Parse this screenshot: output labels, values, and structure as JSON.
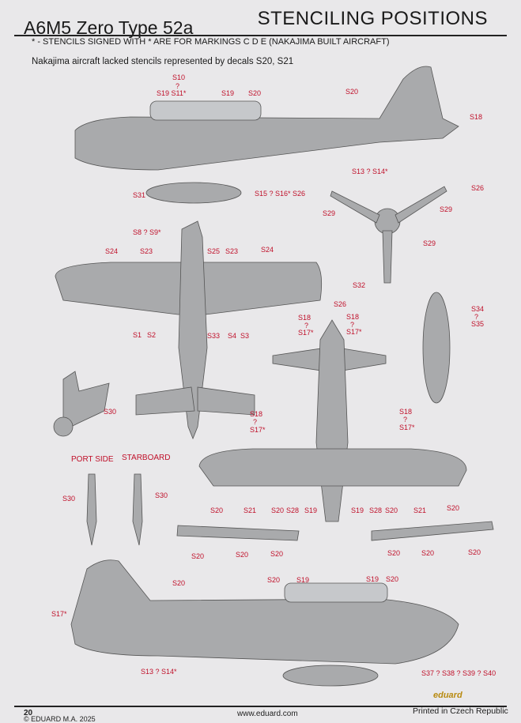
{
  "header": {
    "title": "A6M5 Zero Type 52a",
    "section": "STENCILING POSITIONS"
  },
  "notes": {
    "signed": "* - STENCILS SIGNED WITH * ARE FOR MARKINGS C D E (NAKAJIMA BUILT AIRCRAFT)",
    "nakajima": "Nakajima aircraft lacked stencils represented by decals S20, S21"
  },
  "gear": {
    "port_side": "PORT SIDE",
    "starboard": "STARBOARD"
  },
  "stencils": [
    "S10",
    "?",
    "S19 S11*",
    "S19",
    "S20",
    "S20",
    "S18",
    "S13 ? S14*",
    "S31",
    "S15 ? S16* S26",
    "S26",
    "S29",
    "S29",
    "S8 ? S9*",
    "S29",
    "S24",
    "S23",
    "S25",
    "S23",
    "S24",
    "S32",
    "S26",
    "S34",
    "?",
    "S35",
    "S18",
    "S18",
    "?",
    "?",
    "S17*",
    "S17*",
    "S1",
    "S2",
    "S33",
    "S4",
    "S3",
    "S30",
    "S18",
    "S18",
    "?",
    "?",
    "S17*",
    "S17*",
    "S30",
    "S30",
    "S20",
    "S21",
    "S20",
    "S28",
    "S19",
    "S19",
    "S28",
    "S20",
    "S21",
    "S20",
    "S20",
    "S20",
    "S20",
    "S20",
    "S20",
    "S20",
    "S20",
    "S20",
    "S19",
    "S19",
    "S20",
    "S17*",
    "S13 ? S14*",
    "S37 ? S38 ? S39 ? S40"
  ],
  "footer": {
    "logo": "eduard",
    "page": "20",
    "copyright": "© EDUARD M.A. 2025",
    "website": "www.eduard.com",
    "printed": "Printed in Czech Republic"
  }
}
